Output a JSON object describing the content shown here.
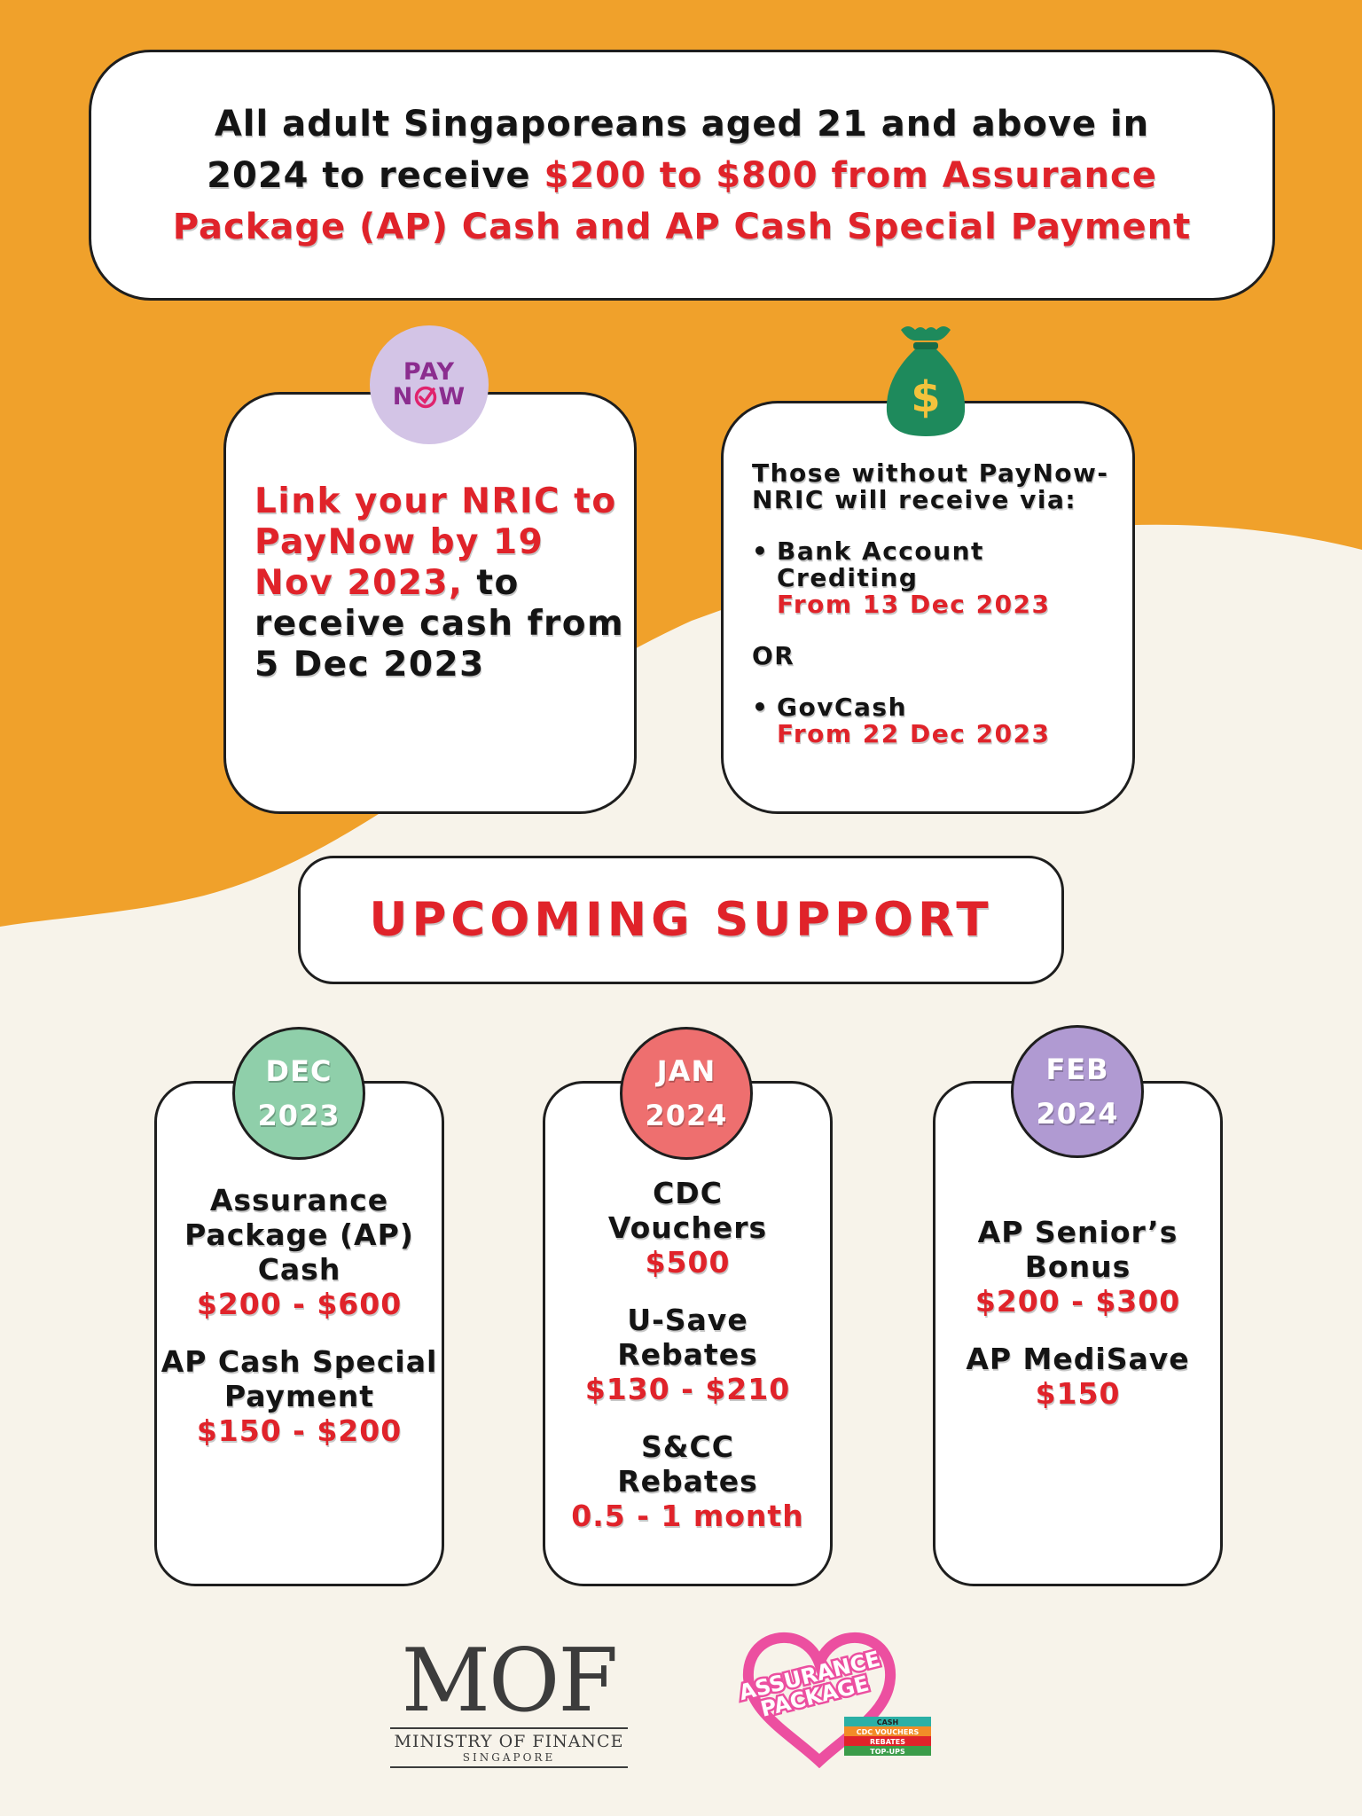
{
  "headline": {
    "line1": "All adult Singaporeans aged 21 and above in",
    "line2_black": "2024 to receive ",
    "line2_red": "$200 to $800 from Assurance",
    "line3_red": "Package (AP) Cash and AP Cash Special Payment"
  },
  "paynow": {
    "badge_top": "PAY",
    "badge_bottom_left": "N",
    "badge_bottom_right": "W",
    "red_text": "Link your NRIC to PayNow by 19 Nov 2023,",
    "black_text": " to receive cash from 5 Dec 2023"
  },
  "without": {
    "intro": "Those without PayNow-NRIC will receive via:",
    "bullet_char": "•",
    "option1_label": "Bank Account Crediting",
    "option1_date": "From 13 Dec 2023",
    "or": "OR",
    "option2_label": "GovCash",
    "option2_date": "From 22 Dec 2023",
    "bag_symbol": "$"
  },
  "upcoming": {
    "title": "UPCOMING SUPPORT"
  },
  "months": [
    {
      "month": "DEC",
      "year": "2023",
      "items": [
        {
          "label": "Assurance Package (AP) Cash",
          "value": "$200 - $600"
        },
        {
          "label": "AP Cash Special Payment",
          "value": "$150 - $200"
        }
      ]
    },
    {
      "month": "JAN",
      "year": "2024",
      "items": [
        {
          "label": "CDC Vouchers",
          "value": "$500"
        },
        {
          "label": "U-Save Rebates",
          "value": "$130 - $210"
        },
        {
          "label": "S&CC Rebates",
          "value": "0.5 - 1 month"
        }
      ]
    },
    {
      "month": "FEB",
      "year": "2024",
      "items": [
        {
          "label": "AP Senior’s Bonus",
          "value": "$200 - $300"
        },
        {
          "label": "AP MediSave",
          "value": "$150"
        }
      ]
    }
  ],
  "logos": {
    "mof_big": "MOF",
    "mof_name": "MINISTRY OF FINANCE",
    "mof_country": "SINGAPORE",
    "ap_word1": "ASSURANCE",
    "ap_word2": "PACKAGE",
    "ap_bar1": "CASH",
    "ap_bar2": "CDC VOUCHERS",
    "ap_bar3": "REBATES",
    "ap_bar4": "TOP-UPS"
  },
  "colors": {
    "orange": "#f0a12b",
    "cream": "#f7f3ea",
    "red": "#e0232a",
    "dec": "#8fcfaa",
    "jan": "#ee6f6f",
    "feb": "#b09ad2",
    "paynow_badge": "#d3c4e6",
    "moneybag": "#1e8a5c"
  }
}
